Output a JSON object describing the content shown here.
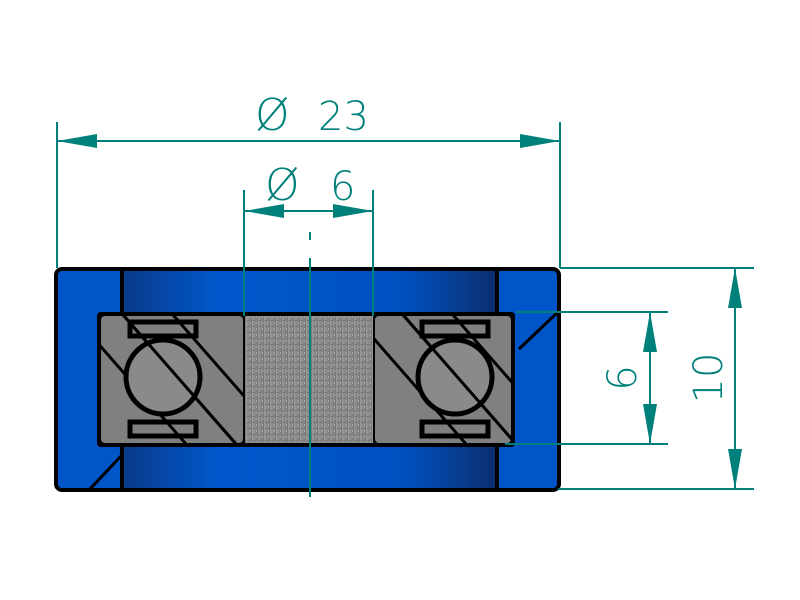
{
  "drawing": {
    "outer_diameter": {
      "symbol": "Ø",
      "value": "23"
    },
    "inner_diameter": {
      "symbol": "Ø",
      "value": "6"
    },
    "bearing_width": {
      "value": "6"
    },
    "total_width": {
      "value": "10"
    }
  },
  "colors": {
    "body": "#0055c8",
    "dimension": "#00807a",
    "bearing": "#808080",
    "outline": "#000000"
  }
}
